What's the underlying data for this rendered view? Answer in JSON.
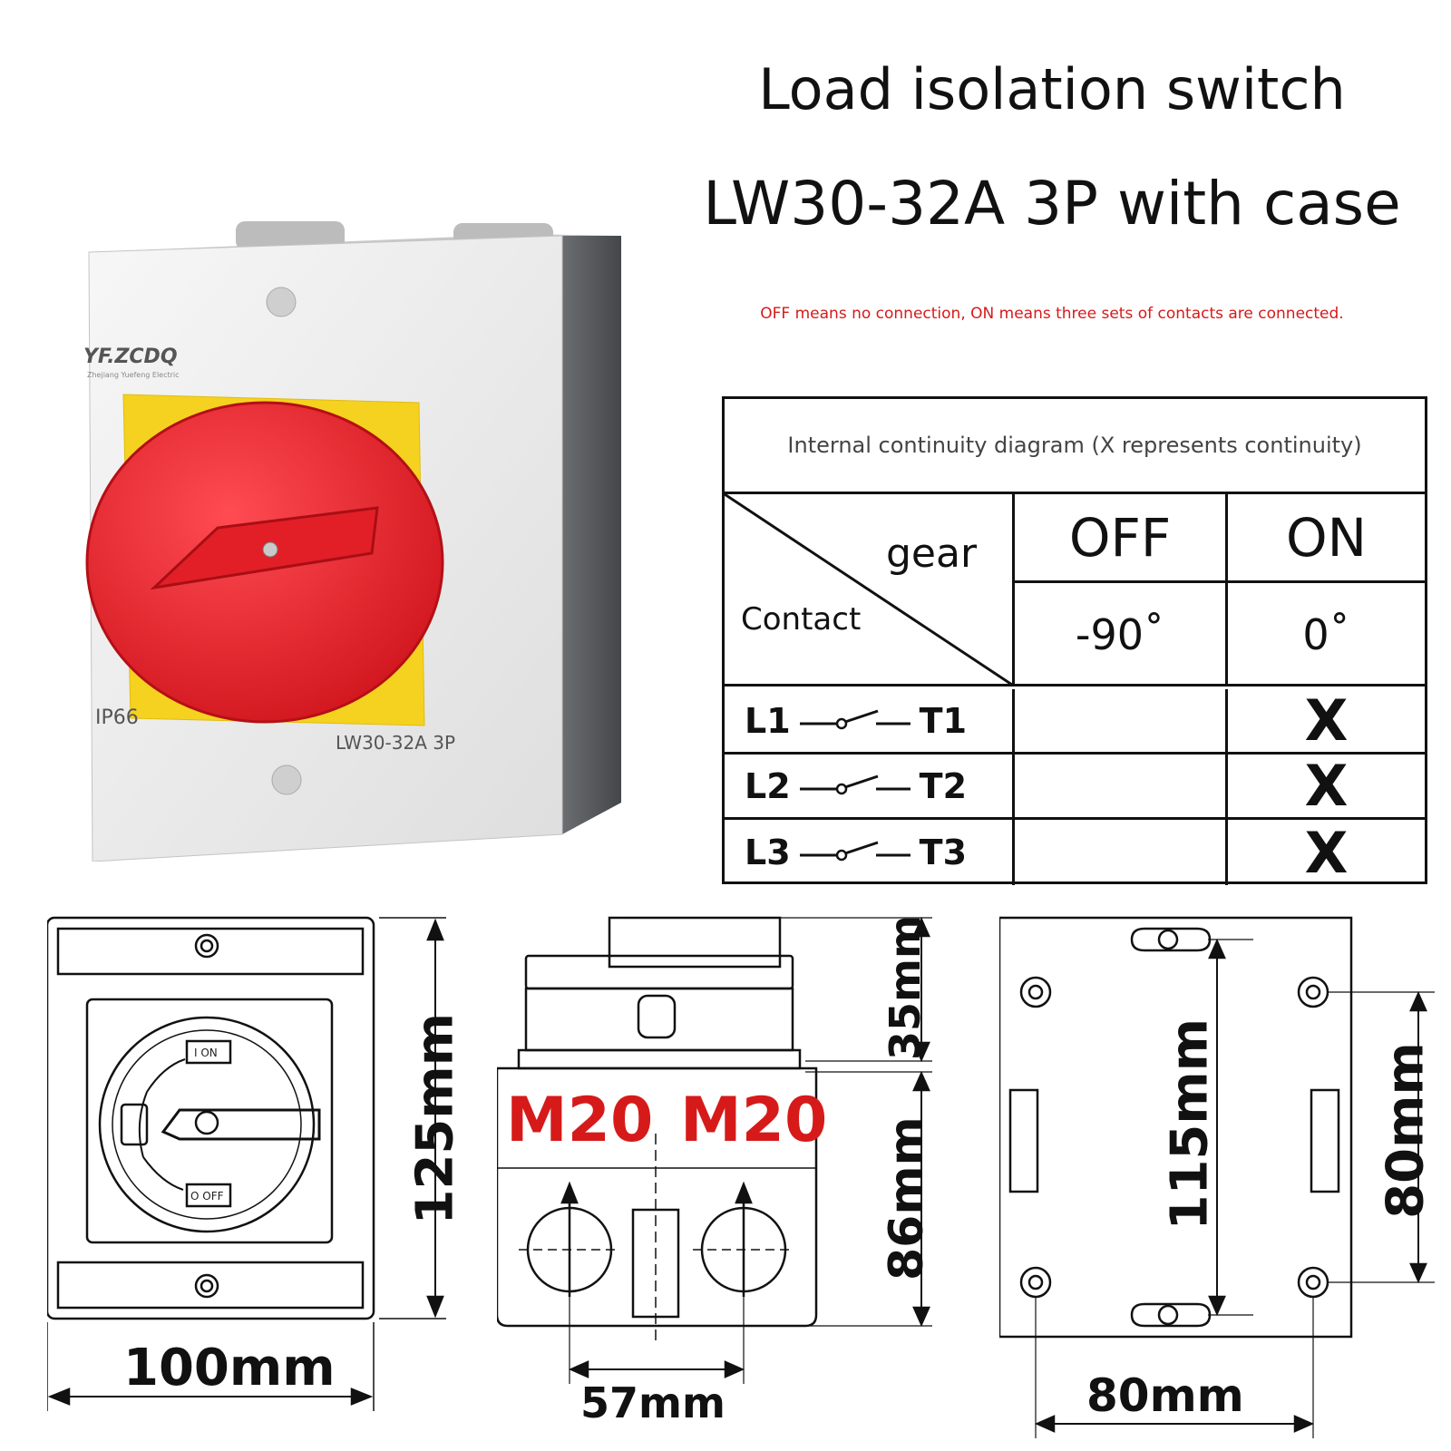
{
  "header": {
    "title_line1": "Load isolation switch",
    "title_line2": "LW30-32A 3P with case",
    "note": "OFF means no connection, ON means three sets of contacts are connected."
  },
  "photo": {
    "brand": "YF.ZCDQ",
    "brand_sub": "Zhejiang Yuefeng Electric",
    "cert": "IP66",
    "model": "LW30-32A  3P",
    "colors": {
      "handle": "#e8262e",
      "plate": "#f5d21f",
      "case": "#ededed",
      "side": "#5c5f62"
    }
  },
  "table": {
    "caption": "Internal continuity diagram (X represents continuity)",
    "gear_label": "gear",
    "contact_label": "Contact",
    "columns": [
      {
        "label": "OFF",
        "angle": "-90˚"
      },
      {
        "label": "ON",
        "angle": "0˚"
      }
    ],
    "rows": [
      {
        "in": "L1",
        "out": "T1",
        "off": "",
        "on": "X"
      },
      {
        "in": "L2",
        "out": "T2",
        "off": "",
        "on": "X"
      },
      {
        "in": "L3",
        "out": "T3",
        "off": "",
        "on": "X"
      }
    ]
  },
  "drawings": {
    "front": {
      "on_label": "I ON",
      "off_label": "O OFF",
      "width": "100mm",
      "height": "125mm"
    },
    "side": {
      "gland_left": "M20",
      "gland_right": "M20",
      "top_height": "35mm",
      "body_height": "86mm",
      "gland_spacing": "57mm"
    },
    "back": {
      "slot_spacing": "115mm",
      "hole_vertical": "80mm",
      "hole_horizontal": "80mm"
    }
  }
}
